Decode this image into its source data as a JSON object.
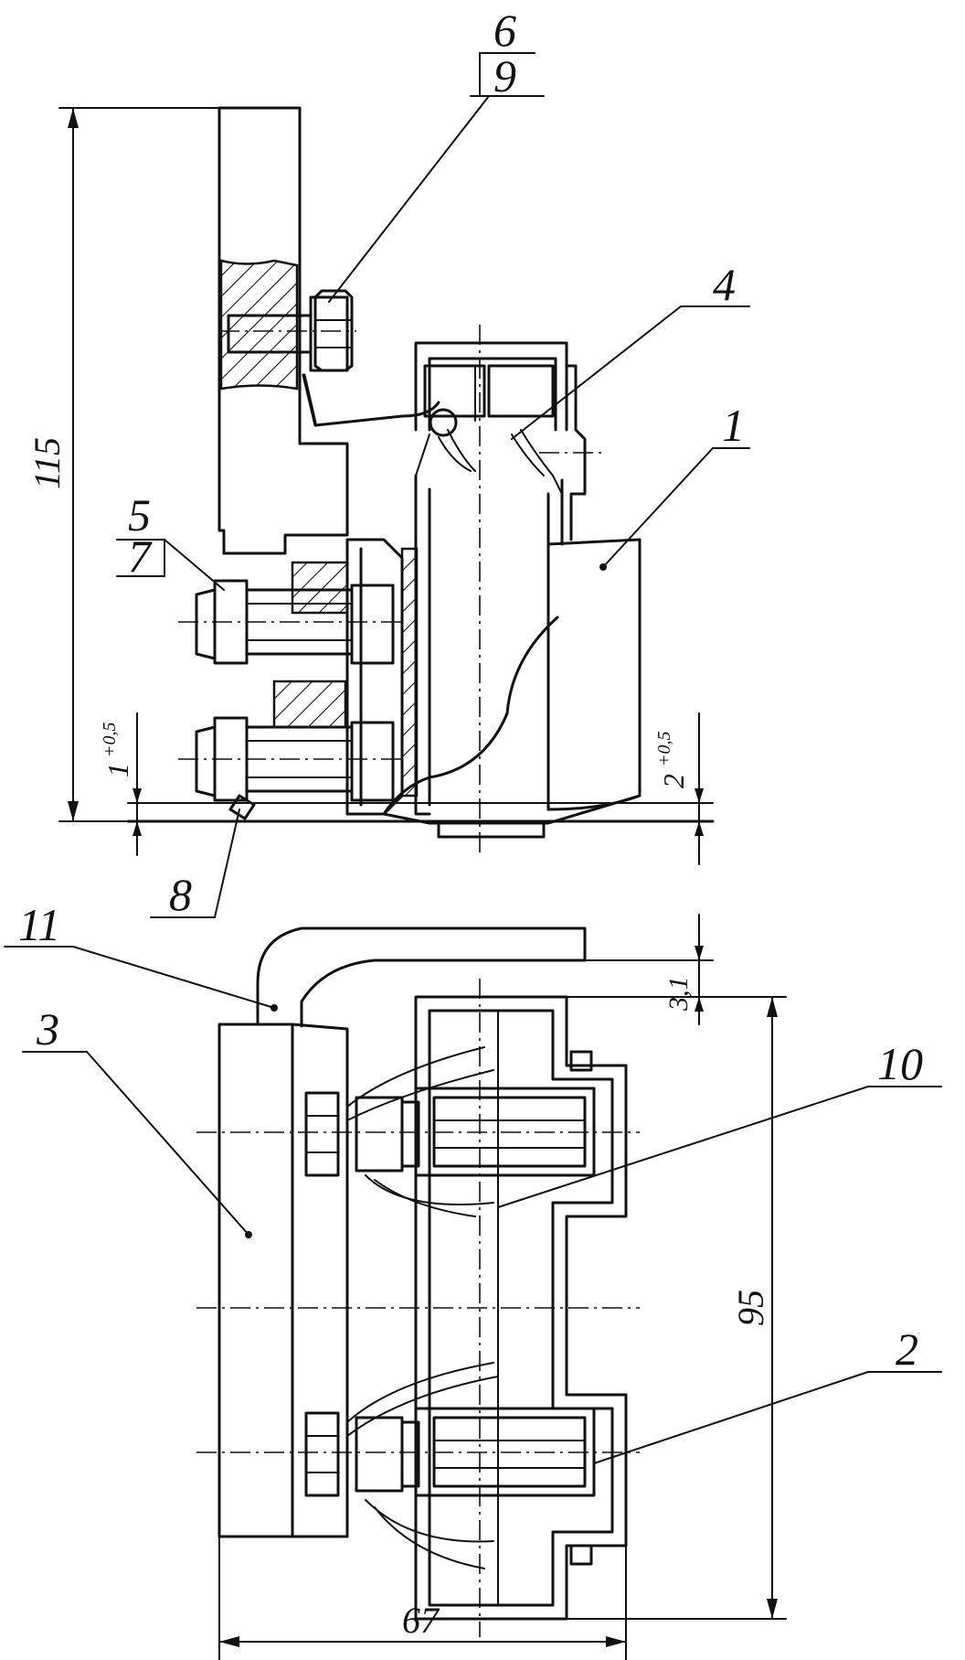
{
  "drawing": {
    "callouts": {
      "c1": "1",
      "c2": "2",
      "c3": "3",
      "c4": "4",
      "c5_num": "5",
      "c5_den": "7",
      "c6_num": "6",
      "c6_den": "9",
      "c8": "8",
      "c10": "10",
      "c11": "11"
    },
    "dimensions": {
      "height_total": "115",
      "width_total": "67",
      "height_bottom": "95",
      "gap_top": "3,1",
      "offset_left_base": "1",
      "offset_left_tol": "+0,5",
      "offset_right_base": "2",
      "offset_right_tol": "+0,5"
    }
  }
}
